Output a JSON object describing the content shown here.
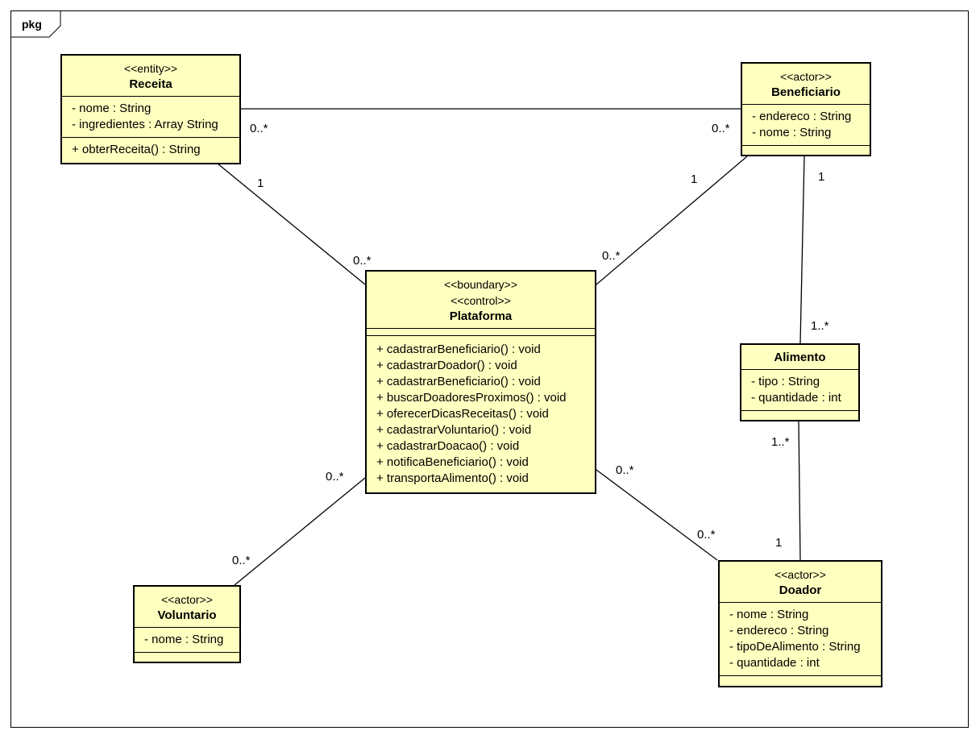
{
  "package": {
    "label": "pkg"
  },
  "classes": {
    "receita": {
      "stereotypes": [
        "<<entity>>"
      ],
      "name": "Receita",
      "attributes": [
        "- nome : String",
        "- ingredientes : Array String"
      ],
      "operations": [
        "+ obterReceita() : String"
      ]
    },
    "beneficiario": {
      "stereotypes": [
        "<<actor>>"
      ],
      "name": "Beneficiario",
      "attributes": [
        "- endereco : String",
        "- nome : String"
      ],
      "operations": []
    },
    "plataforma": {
      "stereotypes": [
        "<<boundary>>",
        "<<control>>"
      ],
      "name": "Plataforma",
      "attributes": [],
      "operations": [
        "+ cadastrarBeneficiario() : void",
        "+ cadastrarDoador() : void",
        "+ cadastrarBeneficiario() : void",
        "+ buscarDoadoresProximos() : void",
        "+ oferecerDicasReceitas() : void",
        "+ cadastrarVoluntario() : void",
        "+ cadastrarDoacao() : void",
        "+ notificaBeneficiario() : void",
        "+ transportaAlimento() : void"
      ]
    },
    "alimento": {
      "stereotypes": [],
      "name": "Alimento",
      "attributes": [
        "- tipo : String",
        "- quantidade : int"
      ],
      "operations": []
    },
    "voluntario": {
      "stereotypes": [
        "<<actor>>"
      ],
      "name": "Voluntario",
      "attributes": [
        "- nome : String"
      ],
      "operations": []
    },
    "doador": {
      "stereotypes": [
        "<<actor>>"
      ],
      "name": "Doador",
      "attributes": [
        "- nome : String",
        "- endereco : String",
        "- tipoDeAlimento : String",
        "- quantidade : int"
      ],
      "operations": []
    }
  },
  "associations": [
    {
      "from": "receita",
      "to": "beneficiario",
      "from_mult": "0..*",
      "to_mult": "0..*"
    },
    {
      "from": "receita",
      "to": "plataforma",
      "from_mult": "1",
      "to_mult": "0..*"
    },
    {
      "from": "beneficiario",
      "to": "plataforma",
      "from_mult": "1",
      "to_mult": "0..*"
    },
    {
      "from": "beneficiario",
      "to": "alimento",
      "from_mult": "1",
      "to_mult": "1..*"
    },
    {
      "from": "alimento",
      "to": "doador",
      "from_mult": "1..*",
      "to_mult": "1"
    },
    {
      "from": "plataforma",
      "to": "voluntario",
      "from_mult": "0..*",
      "to_mult": "0..*"
    },
    {
      "from": "plataforma",
      "to": "doador",
      "from_mult": "0..*",
      "to_mult": "0..*"
    }
  ]
}
